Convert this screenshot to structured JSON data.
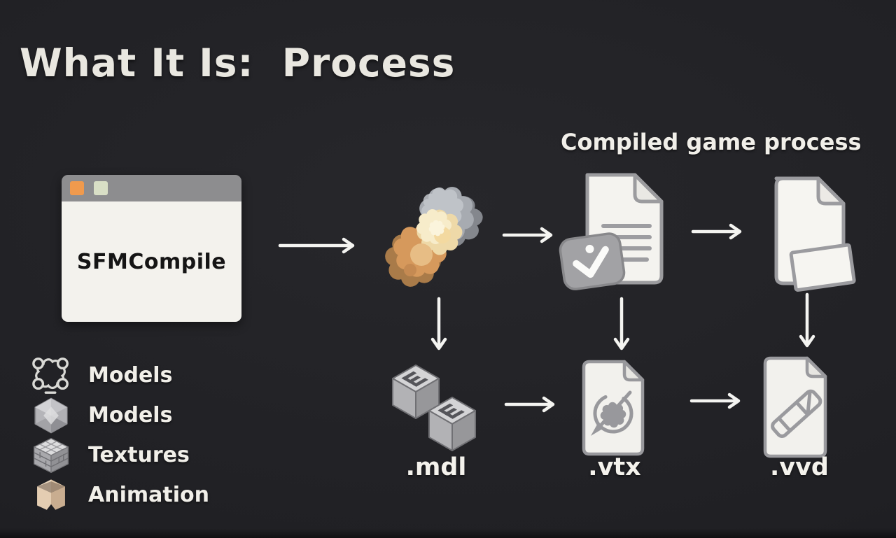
{
  "slide": {
    "title": "What It Is:  Process",
    "subtitle": "Compiled game process"
  },
  "window": {
    "label": "SFMCompile",
    "titlebar_buttons": [
      "orange-square",
      "green-square"
    ]
  },
  "files": {
    "mdl": ".mdl",
    "vtx": ".vtx",
    "vvd": ".vvd"
  },
  "legend": {
    "items": [
      {
        "icon": "wireframe-model-icon",
        "label": "Models"
      },
      {
        "icon": "solid-model-cube-icon",
        "label": "Models"
      },
      {
        "icon": "texture-cube-icon",
        "label": "Textures"
      },
      {
        "icon": "animation-box-icon",
        "label": "Animation"
      }
    ]
  },
  "icons": {
    "source_cluster": "source-assets-cluster-icon",
    "compiled_doc_check": "document-with-checkmark-icon",
    "compiled_doc_copy": "document-with-card-icon",
    "mdl": "isometric-cubes-icon",
    "vtx": "document-with-crossed-emblem-icon",
    "vvd": "document-with-pencil-icon"
  },
  "colors": {
    "background": "#202024",
    "heading_text": "#e9e7e0",
    "titlebar": "#8d8d8f",
    "titlebar_button_orange": "#f09a4d",
    "titlebar_button_green": "#d9dfc6",
    "window_body": "#f3f2ed",
    "window_text": "#151515",
    "icon_fill": "#f3f2ee",
    "icon_stroke": "#9b9b9f",
    "arrow": "#f4f4f1",
    "blob_orange": "#d6995c",
    "blob_cream": "#f7ecca",
    "blob_gray": "#a7abb1",
    "animation_tan": "#e4cdb2"
  }
}
